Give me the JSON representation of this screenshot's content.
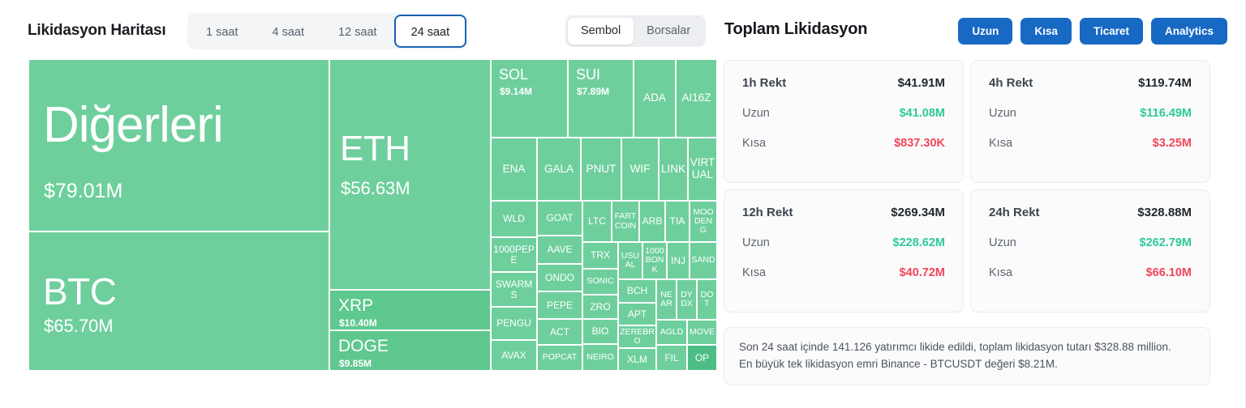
{
  "left": {
    "title": "Likidasyon Haritası",
    "timeframe_tabs": [
      {
        "label": "1 saat",
        "active": false
      },
      {
        "label": "4 saat",
        "active": false
      },
      {
        "label": "12 saat",
        "active": false
      },
      {
        "label": "24 saat",
        "active": true
      }
    ],
    "mode_tabs": [
      {
        "label": "Sembol",
        "active": true
      },
      {
        "label": "Borsalar",
        "active": false
      }
    ]
  },
  "chart_data": {
    "type": "treemap",
    "title": "Likidasyon Haritası",
    "timeframe": "24 saat",
    "grouping": "Sembol",
    "unit": "USD",
    "color": "#6ecf9d",
    "tiles": [
      {
        "name": "Diğerleri",
        "value": "$79.01M",
        "amount": 79.01
      },
      {
        "name": "BTC",
        "value": "$65.70M",
        "amount": 65.7
      },
      {
        "name": "ETH",
        "value": "$56.63M",
        "amount": 56.63
      },
      {
        "name": "XRP",
        "value": "$10.40M",
        "amount": 10.4
      },
      {
        "name": "DOGE",
        "value": "$9.85M",
        "amount": 9.85
      },
      {
        "name": "SOL",
        "value": "$9.14M",
        "amount": 9.14
      },
      {
        "name": "SUI",
        "value": "$7.89M",
        "amount": 7.89
      },
      {
        "name": "ADA",
        "value": "",
        "amount": 4.6
      },
      {
        "name": "AI16Z",
        "value": "",
        "amount": 4.2
      },
      {
        "name": "ENA",
        "value": "",
        "amount": 3.1
      },
      {
        "name": "GALA",
        "value": "",
        "amount": 3.0
      },
      {
        "name": "PNUT",
        "value": "",
        "amount": 2.5
      },
      {
        "name": "WIF",
        "value": "",
        "amount": 2.4
      },
      {
        "name": "LINK",
        "value": "",
        "amount": 2.1
      },
      {
        "name": "VIRTUAL",
        "value": "",
        "amount": 2.0
      },
      {
        "name": "WLD",
        "value": "",
        "amount": 1.8
      },
      {
        "name": "GOAT",
        "value": "",
        "amount": 1.7
      },
      {
        "name": "LTC",
        "value": "",
        "amount": 1.5
      },
      {
        "name": "FARTCOIN",
        "value": "",
        "amount": 1.4
      },
      {
        "name": "ARB",
        "value": "",
        "amount": 1.3
      },
      {
        "name": "TIA",
        "value": "",
        "amount": 1.25
      },
      {
        "name": "MOODENG",
        "value": "",
        "amount": 1.2
      },
      {
        "name": "1000PEPE",
        "value": "",
        "amount": 1.15
      },
      {
        "name": "AAVE",
        "value": "",
        "amount": 1.1
      },
      {
        "name": "TRX",
        "value": "",
        "amount": 1.05
      },
      {
        "name": "USUAL",
        "value": "",
        "amount": 1.0
      },
      {
        "name": "1000BONK",
        "value": "",
        "amount": 0.98
      },
      {
        "name": "INJ",
        "value": "",
        "amount": 0.95
      },
      {
        "name": "SAND",
        "value": "",
        "amount": 0.92
      },
      {
        "name": "SWARMS",
        "value": "",
        "amount": 0.9
      },
      {
        "name": "ONDO",
        "value": "",
        "amount": 0.88
      },
      {
        "name": "SONIC",
        "value": "",
        "amount": 0.85
      },
      {
        "name": "BCH",
        "value": "",
        "amount": 0.82
      },
      {
        "name": "NEAR",
        "value": "",
        "amount": 0.8
      },
      {
        "name": "DYDX",
        "value": "",
        "amount": 0.78
      },
      {
        "name": "DOT",
        "value": "",
        "amount": 0.76
      },
      {
        "name": "PEPE",
        "value": "",
        "amount": 0.74
      },
      {
        "name": "ZRO",
        "value": "",
        "amount": 0.72
      },
      {
        "name": "APT",
        "value": "",
        "amount": 0.7
      },
      {
        "name": "AGLD",
        "value": "",
        "amount": 0.68
      },
      {
        "name": "MOVE",
        "value": "",
        "amount": 0.66
      },
      {
        "name": "PENGU",
        "value": "",
        "amount": 0.64
      },
      {
        "name": "ACT",
        "value": "",
        "amount": 0.62
      },
      {
        "name": "BIO",
        "value": "",
        "amount": 0.6
      },
      {
        "name": "ZEREBRO",
        "value": "",
        "amount": 0.58
      },
      {
        "name": "AVAX",
        "value": "",
        "amount": 0.55
      },
      {
        "name": "POPCAT",
        "value": "",
        "amount": 0.53
      },
      {
        "name": "NEIRO",
        "value": "",
        "amount": 0.51
      },
      {
        "name": "XLM",
        "value": "",
        "amount": 0.49
      },
      {
        "name": "FIL",
        "value": "",
        "amount": 0.47
      },
      {
        "name": "OP",
        "value": "",
        "amount": 0.45
      }
    ]
  },
  "right": {
    "title": "Toplam Likidasyon",
    "buttons": [
      {
        "label": "Uzun"
      },
      {
        "label": "Kısa"
      },
      {
        "label": "Ticaret"
      },
      {
        "label": "Analytics"
      }
    ],
    "accent_color": "#1769c4",
    "long_color": "#2ec99a",
    "short_color": "#f2455a",
    "cards": [
      {
        "period_label": "1h Rekt",
        "total": "$41.91M",
        "long_label": "Uzun",
        "long_value": "$41.08M",
        "short_label": "Kısa",
        "short_value": "$837.30K"
      },
      {
        "period_label": "4h Rekt",
        "total": "$119.74M",
        "long_label": "Uzun",
        "long_value": "$116.49M",
        "short_label": "Kısa",
        "short_value": "$3.25M"
      },
      {
        "period_label": "12h Rekt",
        "total": "$269.34M",
        "long_label": "Uzun",
        "long_value": "$228.62M",
        "short_label": "Kısa",
        "short_value": "$40.72M"
      },
      {
        "period_label": "24h Rekt",
        "total": "$328.88M",
        "long_label": "Uzun",
        "long_value": "$262.79M",
        "short_label": "Kısa",
        "short_value": "$66.10M"
      }
    ],
    "summary": {
      "line1": "Son 24 saat içinde 141.126 yatırımcı likide edildi, toplam likidasyon tutarı $328.88 million.",
      "line2": "En büyük tek likidasyon emri Binance - BTCUSDT değeri $8.21M."
    }
  }
}
